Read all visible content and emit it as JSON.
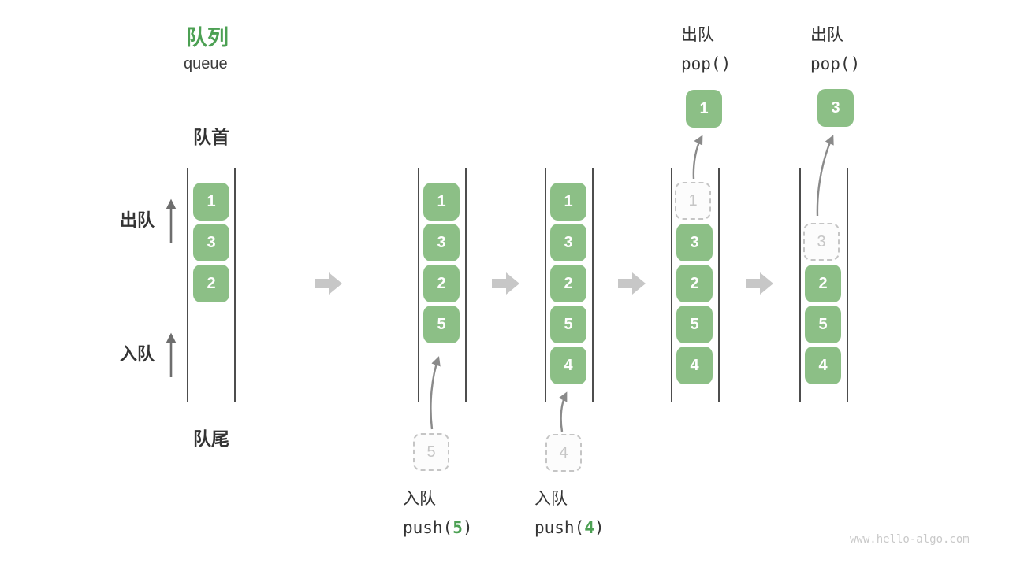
{
  "header": {
    "title_zh": "队列",
    "title_en": "queue"
  },
  "labels": {
    "front": "队首",
    "rear": "队尾",
    "dequeue": "出队",
    "enqueue": "入队"
  },
  "watermark": "www.hello-algo.com",
  "colors": {
    "accent_green": "#4CA053",
    "box_green": "#8CBF86",
    "box_text": "#FFFFFF",
    "dashed_border": "#C5C5C5",
    "dashed_text": "#C6C6C6",
    "text_dark": "#3A3A3A",
    "rail_gray": "#4D4D4D",
    "flow_arrow_gray": "#C7C7C7",
    "curve_arrow_gray": "#8A8A8A",
    "watermark_gray": "#C9C9C9"
  },
  "states": [
    {
      "boxes": [
        "1",
        "3",
        "2"
      ]
    },
    {
      "boxes": [
        "1",
        "3",
        "2",
        "5"
      ],
      "staging": "5",
      "op": {
        "name": "入队",
        "code_open": "push(",
        "code_arg": "5",
        "code_close": ")"
      }
    },
    {
      "boxes": [
        "1",
        "3",
        "2",
        "5",
        "4"
      ],
      "staging": "4",
      "op": {
        "name": "入队",
        "code_open": "push(",
        "code_arg": "4",
        "code_close": ")"
      }
    },
    {
      "boxes": [
        "1",
        "3",
        "2",
        "5",
        "4"
      ],
      "popped": "1",
      "op": {
        "name": "出队",
        "code": "pop()"
      }
    },
    {
      "boxes": [
        "3",
        "2",
        "5",
        "4"
      ],
      "popped": "3",
      "op": {
        "name": "出队",
        "code": "pop()"
      }
    }
  ]
}
